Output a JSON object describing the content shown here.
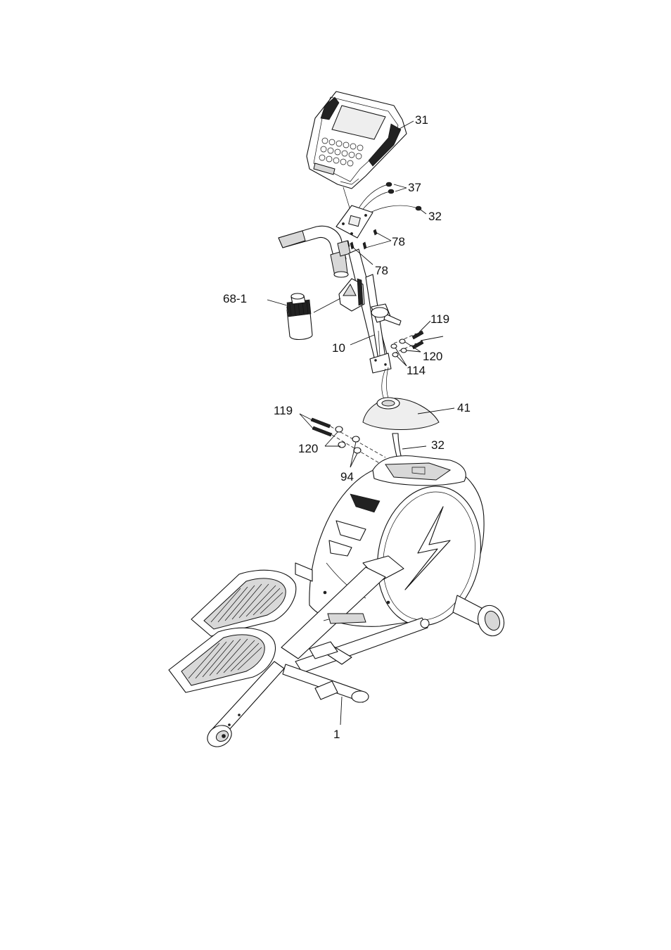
{
  "labels": {
    "console": "31",
    "wire_nuts": "37",
    "wire_upper": "32",
    "screw_upper_a": "78",
    "screw_upper_b": "78",
    "water_bottle": "68-1",
    "upright": "10",
    "bolt_right": "119",
    "washer_right": "120",
    "star_washer_right": "114",
    "shroud": "41",
    "bolt_left": "119",
    "washer_left": "120",
    "wire_lower": "32",
    "star_washer_left": "94",
    "frame": "1"
  }
}
